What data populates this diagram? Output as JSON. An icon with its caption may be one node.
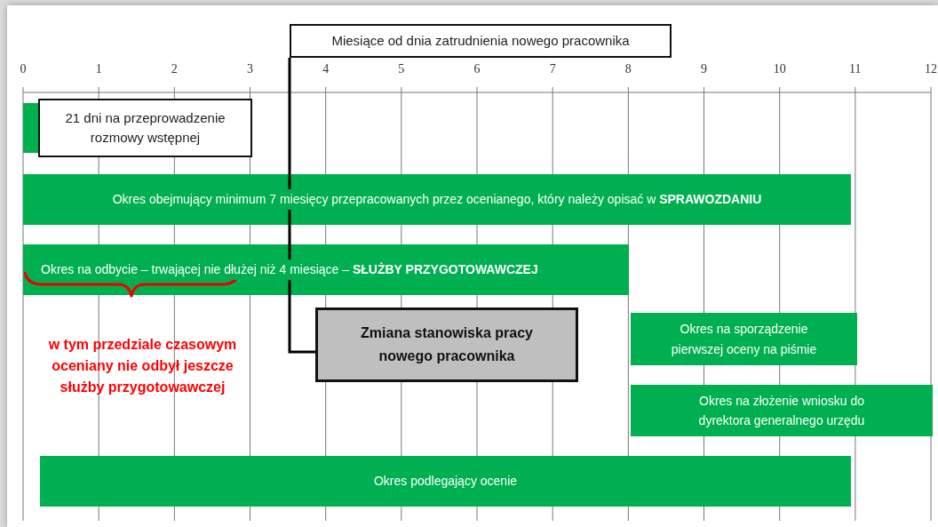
{
  "diagram": {
    "nodes": [
      {
        "text": [
          "Miesiące od dnia zatrudnienia nowego pracownika"
        ]
      },
      {
        "text": [
          "21 dni na przeprowadzenie rozmowy wstępnej"
        ]
      },
      {
        "text": [
          "Okres obejmujący minimum 7 miesięcy przepracowanych przez ocenianego, który należy opisać w **SPRAWOZDANIU**"
        ]
      },
      {
        "text": [
          "Okres na odbycie – trwającej nie dłużej niż 4 miesiące – **SŁUŻBY PRZYGOTOWAWCZEJ**"
        ]
      },
      {
        "text": [
          "Zmiana stanowiska pracy nowego pracownika"
        ]
      },
      {
        "text": [
          "Okres na sporządzenie pierwszej oceny na piśmie"
        ]
      },
      {
        "text": [
          "Okres na złożenie wniosku do dyrektora generalnego urzędu"
        ]
      },
      {
        "text": [
          "Okres podlegający ocenie"
        ]
      }
    ],
    "edges": [
      {
        "from": 4,
        "to": 0,
        "arrow": "none"
      }
    ],
    "labels": [
      "0",
      "1",
      "2",
      "3",
      "4",
      "5",
      "6",
      "7",
      "8",
      "9",
      "10",
      "11",
      "12",
      "w tym przedziale czasowym oceniany nie odbył jeszcze służby przygotowawczej"
    ]
  }
}
